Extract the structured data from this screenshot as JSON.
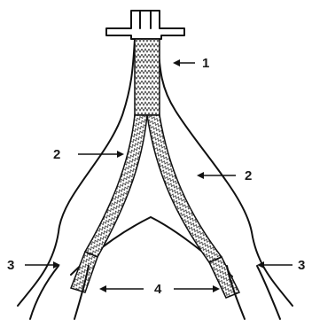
{
  "callouts": [
    {
      "id": "1",
      "label": "1"
    },
    {
      "id": "2a",
      "label": "2"
    },
    {
      "id": "2b",
      "label": "2"
    },
    {
      "id": "3a",
      "label": "3"
    },
    {
      "id": "3b",
      "label": "3"
    },
    {
      "id": "4",
      "label": "4"
    }
  ],
  "colors": {
    "line": "#111111",
    "background": "#ffffff"
  }
}
